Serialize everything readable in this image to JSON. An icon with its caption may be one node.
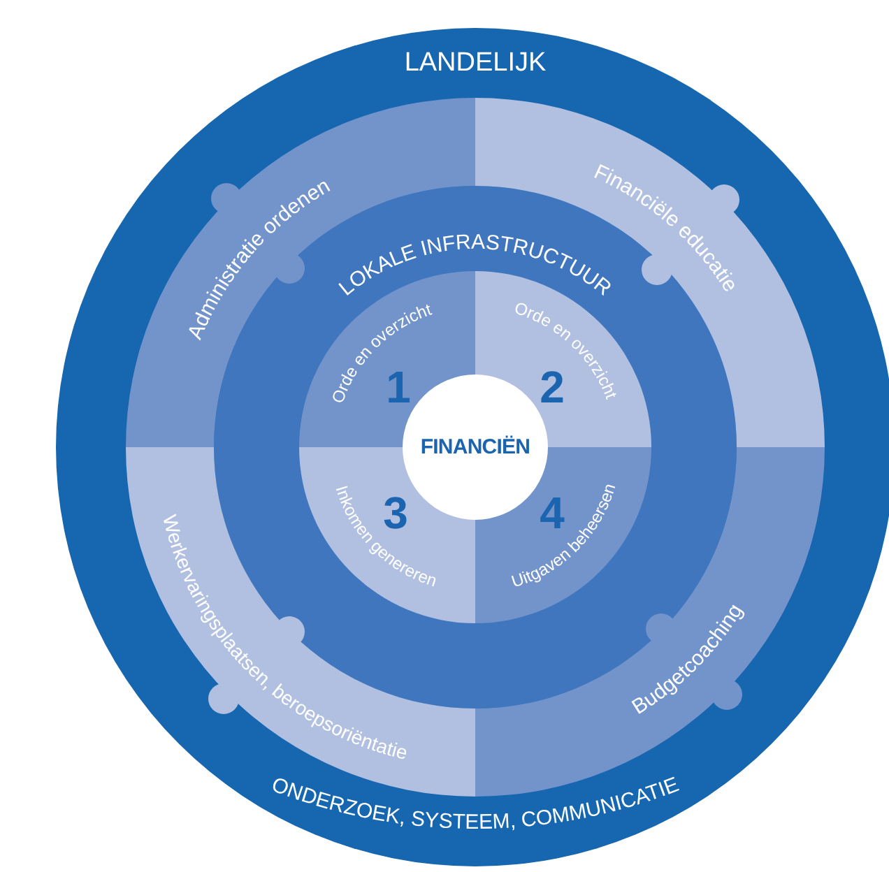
{
  "diagram": {
    "nodes": [
      {
        "text": [
          "LANDELIJK",
          "ONDERZOEK, SYSTEEM, COMMUNICATIE"
        ]
      },
      {
        "text": [
          "Administratie ordenen"
        ],
        "in": 0
      },
      {
        "text": [
          "Financiële educatie"
        ],
        "in": 0
      },
      {
        "text": [
          "Werkervaringsplaatsen, beroepsoriëntatie"
        ],
        "in": 0
      },
      {
        "text": [
          "Budgetcoaching"
        ],
        "in": 0
      },
      {
        "text": [
          "LOKALE INFRASTRUCTUUR"
        ],
        "in": 0
      },
      {
        "text": [
          "Orde en overzicht",
          "1"
        ],
        "in": 5
      },
      {
        "text": [
          "Orde en overzicht",
          "2"
        ],
        "in": 5
      },
      {
        "text": [
          "Inkomen genereren",
          "3"
        ],
        "in": 5
      },
      {
        "text": [
          "Uitgaven beheersen",
          "4"
        ],
        "in": 5
      },
      {
        "text": [
          "FINANCIËN"
        ],
        "in": 5
      }
    ]
  }
}
